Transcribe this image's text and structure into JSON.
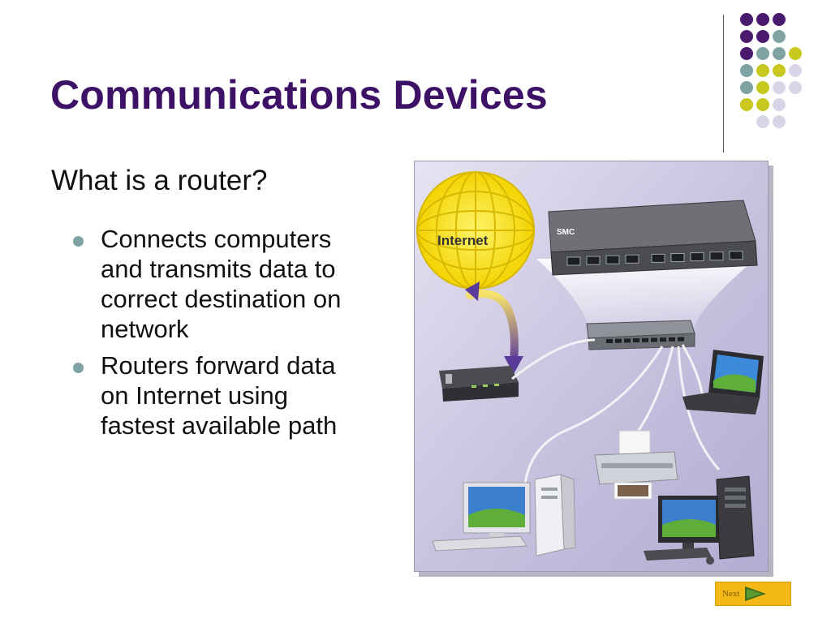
{
  "slide": {
    "title": "Communications Devices",
    "subtitle": "What is a router?",
    "bullets": [
      "Connects computers and transmits data to correct destination on network",
      "Routers forward data on Internet using fastest available path"
    ]
  },
  "illustration": {
    "internet_label": "Internet",
    "switch_brand": "SMC"
  },
  "navigation": {
    "next_label": "Next"
  },
  "colors": {
    "title": "#3d1266",
    "bullet": "#7fa3a3",
    "dot_purple": "#4b1a6e",
    "dot_teal": "#7fa3a3",
    "dot_yellow": "#c8c81e",
    "dot_lavender": "#d6d6e8",
    "next_button": "#f3b716"
  },
  "dot_pattern": [
    [
      "purple",
      "purple",
      "purple",
      ""
    ],
    [
      "purple",
      "purple",
      "teal",
      ""
    ],
    [
      "purple",
      "teal",
      "teal",
      "yellow"
    ],
    [
      "teal",
      "yellow",
      "yellow",
      "lavender"
    ],
    [
      "teal",
      "yellow",
      "lavender",
      "lavender"
    ],
    [
      "yellow",
      "yellow",
      "lavender",
      ""
    ],
    [
      "",
      "lavender",
      "lavender",
      ""
    ]
  ]
}
